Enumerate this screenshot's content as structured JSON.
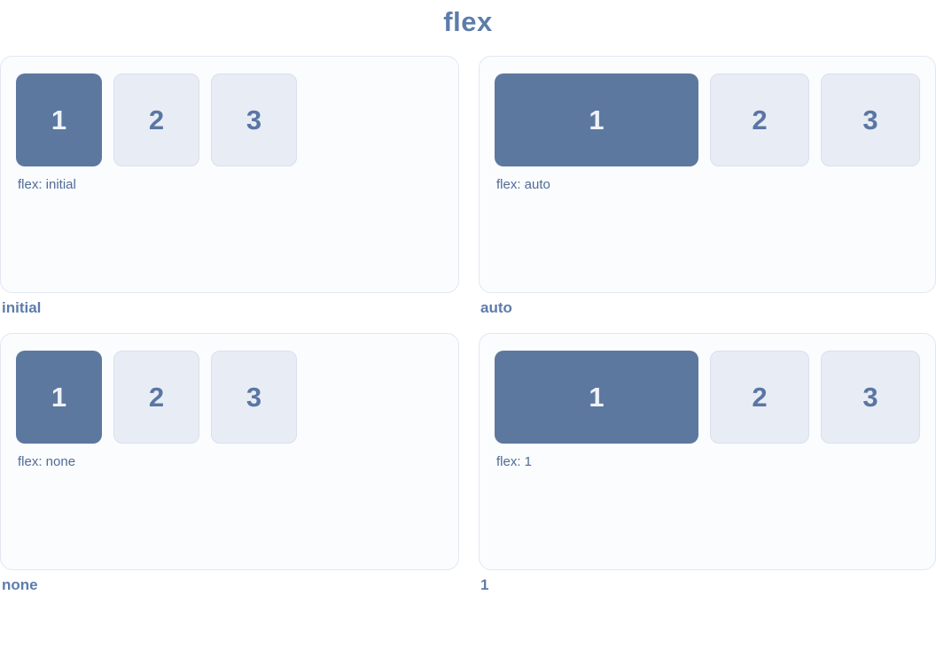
{
  "title": "flex",
  "colors": {
    "accent_box": "#5c789f",
    "accent_box_text": "#eef2f8",
    "light_box": "#e8edf5",
    "light_box_border": "#d9e0ed",
    "light_box_text": "#5a76a3",
    "panel_background": "#fbfcfe",
    "panel_border": "#e1e7f2",
    "heading_text": "#5d7cab",
    "caption_text": "#4f6b95"
  },
  "panels": [
    {
      "name": "initial",
      "caption": "flex: initial",
      "items": [
        "1",
        "2",
        "3"
      ]
    },
    {
      "name": "auto",
      "caption": "flex: auto",
      "items": [
        "1",
        "2",
        "3"
      ]
    },
    {
      "name": "none",
      "caption": "flex: none",
      "items": [
        "1",
        "2",
        "3"
      ]
    },
    {
      "name": "1",
      "caption": "flex: 1",
      "items": [
        "1",
        "2",
        "3"
      ]
    }
  ]
}
